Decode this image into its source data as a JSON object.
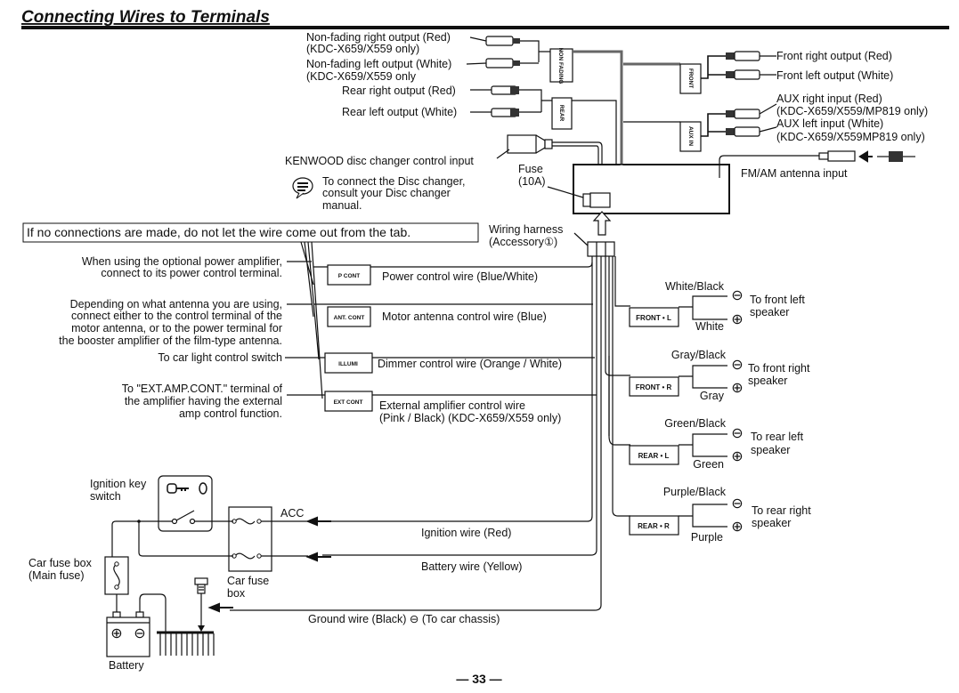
{
  "title": "Connecting Wires to Terminals",
  "page_number": "— 33 —",
  "outputs_left": [
    {
      "line1": "Non-fading right output (Red)",
      "line2": "(KDC-X659/X559 only)"
    },
    {
      "line1": "Non-fading left output (White)",
      "line2": "(KDC-X659/X559 only"
    },
    {
      "line1": "Rear right output (Red)"
    },
    {
      "line1": "Rear left output (White)"
    }
  ],
  "block_labels": {
    "non_fading": "NON FADING",
    "rear": "REAR",
    "front": "FRONT",
    "aux_in": "AUX IN"
  },
  "outputs_right": [
    {
      "line1": "Front right output (Red)"
    },
    {
      "line1": "Front left output (White)"
    },
    {
      "line1": "AUX right input (Red)",
      "line2": "(KDC-X659/X559/MP819 only)"
    },
    {
      "line1": "AUX left input (White)",
      "line2": "(KDC-X659/X559MP819 only)"
    }
  ],
  "disc_changer": {
    "label": "KENWOOD disc changer control input",
    "note_line1": "To connect the Disc changer,",
    "note_line2": "consult your Disc changer",
    "note_line3": "manual.",
    "note_icon": "speech-bubble-icon"
  },
  "fuse": {
    "line1": "Fuse",
    "line2": "(10A)"
  },
  "antenna": "FM/AM antenna input",
  "warning": "If no connections are made, do not let the wire come out from the tab.",
  "harness": {
    "line1": "Wiring harness",
    "line2": "(Accessory①)"
  },
  "control_wires": [
    {
      "tag": "P CONT",
      "label": "Power control wire (Blue/White)",
      "note": [
        "When using the optional power amplifier,",
        "connect to its power control terminal."
      ]
    },
    {
      "tag": "ANT. CONT",
      "label": "Motor antenna control wire (Blue)",
      "note": [
        "Depending on what antenna you are using,",
        "connect either to the control terminal of the",
        "motor antenna, or to the power terminal for",
        "the booster amplifier of the film-type antenna."
      ]
    },
    {
      "tag": "ILLUMI",
      "label": "Dimmer control wire (Orange / White)",
      "note": [
        "To car light control switch"
      ]
    },
    {
      "tag": "EXT CONT",
      "label": "External amplifier control wire",
      "label2": "(Pink / Black) (KDC-X659/X559 only)",
      "note": [
        "To \"EXT.AMP.CONT.\" terminal of",
        "the amplifier having the external",
        "amp control function."
      ]
    }
  ],
  "speakers": [
    {
      "tag": "FRONT • L",
      "neg_wire": "White/Black",
      "pos_wire": "White",
      "target": [
        "To front left",
        "speaker"
      ]
    },
    {
      "tag": "FRONT • R",
      "neg_wire": "Gray/Black",
      "pos_wire": "Gray",
      "target": [
        "To front right",
        "speaker"
      ]
    },
    {
      "tag": "REAR • L",
      "neg_wire": "Green/Black",
      "pos_wire": "Green",
      "target": [
        "To rear left",
        "speaker"
      ]
    },
    {
      "tag": "REAR • R",
      "neg_wire": "Purple/Black",
      "pos_wire": "Purple",
      "target": [
        "To rear right",
        "speaker"
      ]
    }
  ],
  "power": {
    "ignition_key": [
      "Ignition key",
      "switch"
    ],
    "acc": "ACC",
    "car_fuse_box": [
      "Car fuse",
      "box"
    ],
    "main_fuse": [
      "Car fuse box",
      "(Main fuse)"
    ],
    "battery": "Battery",
    "ignition_wire": "Ignition wire (Red)",
    "battery_wire": "Battery wire (Yellow)",
    "ground_wire": "Ground wire (Black) ⊖ (To car chassis)"
  },
  "symbols": {
    "minus": "⊖",
    "plus": "⊕"
  }
}
